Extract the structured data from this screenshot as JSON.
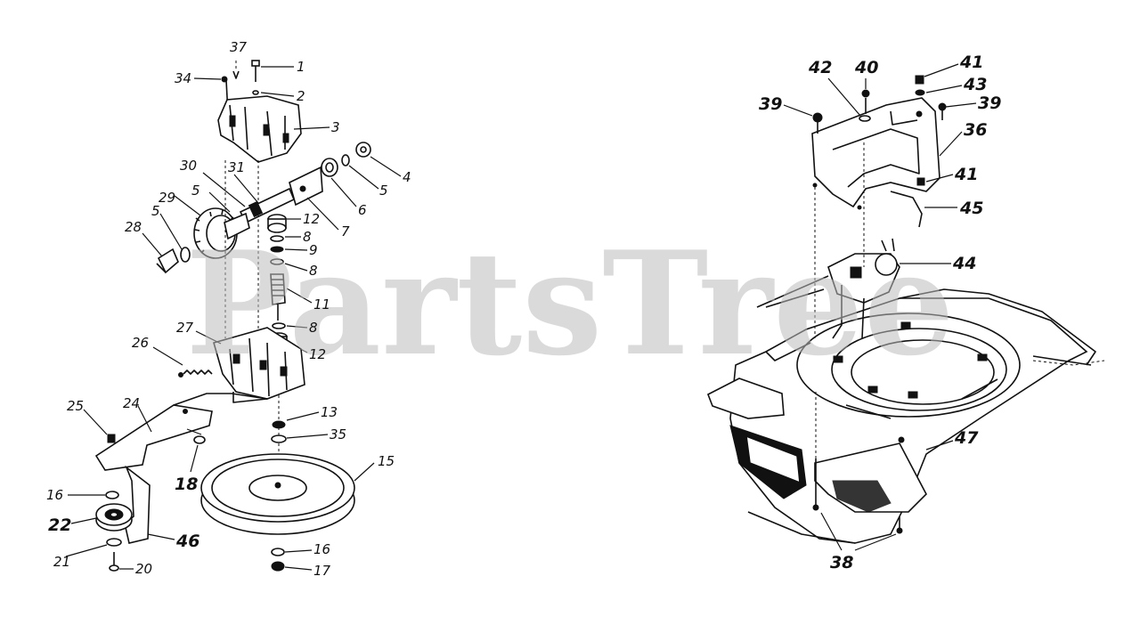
{
  "watermark": "PartsTree",
  "callouts": [
    {
      "id": "c37",
      "label": "37"
    },
    {
      "id": "c1",
      "label": "1"
    },
    {
      "id": "c34",
      "label": "34"
    },
    {
      "id": "c2",
      "label": "2"
    },
    {
      "id": "c3",
      "label": "3"
    },
    {
      "id": "c30",
      "label": "30"
    },
    {
      "id": "c31",
      "label": "31"
    },
    {
      "id": "c4",
      "label": "4"
    },
    {
      "id": "c5a",
      "label": "5"
    },
    {
      "id": "c5b",
      "label": "5"
    },
    {
      "id": "c29",
      "label": "29"
    },
    {
      "id": "c5c",
      "label": "5"
    },
    {
      "id": "c6",
      "label": "6"
    },
    {
      "id": "c7",
      "label": "7"
    },
    {
      "id": "c12a",
      "label": "12"
    },
    {
      "id": "c28",
      "label": "28"
    },
    {
      "id": "c8a",
      "label": "8"
    },
    {
      "id": "c9",
      "label": "9"
    },
    {
      "id": "c8b",
      "label": "8"
    },
    {
      "id": "c11",
      "label": "11"
    },
    {
      "id": "c27",
      "label": "27"
    },
    {
      "id": "c8c",
      "label": "8"
    },
    {
      "id": "c26",
      "label": "26"
    },
    {
      "id": "c12b",
      "label": "12"
    },
    {
      "id": "c25",
      "label": "25"
    },
    {
      "id": "c24",
      "label": "24"
    },
    {
      "id": "c13",
      "label": "13"
    },
    {
      "id": "c35",
      "label": "35"
    },
    {
      "id": "c15",
      "label": "15"
    },
    {
      "id": "c18",
      "label": "18"
    },
    {
      "id": "c16a",
      "label": "16"
    },
    {
      "id": "c22",
      "label": "22"
    },
    {
      "id": "c46",
      "label": "46"
    },
    {
      "id": "c21",
      "label": "21"
    },
    {
      "id": "c20",
      "label": "20"
    },
    {
      "id": "c16b",
      "label": "16"
    },
    {
      "id": "c17",
      "label": "17"
    },
    {
      "id": "c42",
      "label": "42"
    },
    {
      "id": "c40",
      "label": "40"
    },
    {
      "id": "c41a",
      "label": "41"
    },
    {
      "id": "c43",
      "label": "43"
    },
    {
      "id": "c39",
      "label": "39"
    },
    {
      "id": "c39b",
      "label": "39"
    },
    {
      "id": "c36",
      "label": "36"
    },
    {
      "id": "c41b",
      "label": "41"
    },
    {
      "id": "c45",
      "label": "45"
    },
    {
      "id": "c44",
      "label": "44"
    },
    {
      "id": "c47",
      "label": "47"
    },
    {
      "id": "c38",
      "label": "38"
    }
  ]
}
